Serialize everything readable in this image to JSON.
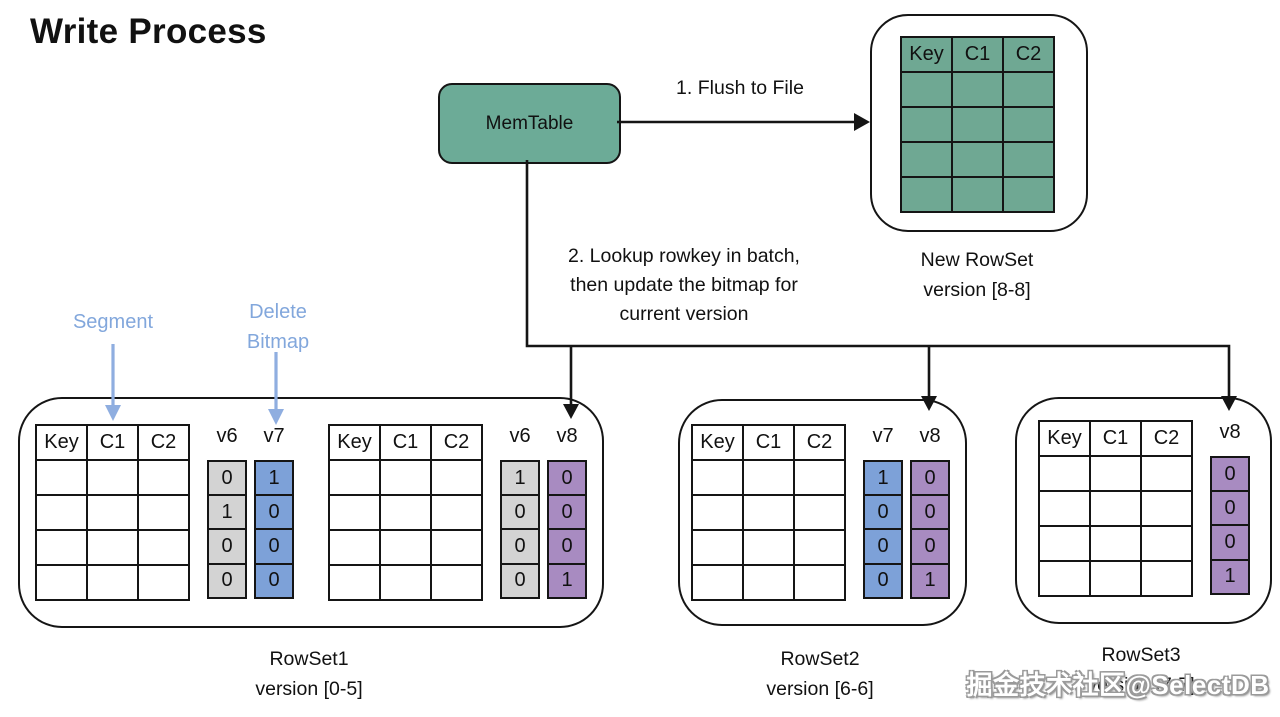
{
  "title": "Write Process",
  "memtable": {
    "label": "MemTable"
  },
  "flow": {
    "flush_label": "1. Flush to File",
    "lookup_lines": [
      "2. Lookup rowkey in batch,",
      "then update the bitmap for",
      "current version"
    ]
  },
  "annotations": {
    "segment_label": "Segment",
    "delete_bitmap_lines": [
      "Delete",
      "Bitmap"
    ]
  },
  "new_rowset": {
    "headers": [
      "Key",
      "C1",
      "C2"
    ],
    "rows": 4,
    "caption_lines": [
      "New RowSet",
      "version [8-8]"
    ]
  },
  "rowsets": [
    {
      "name": "RowSet1",
      "version_label": "version [0-5]",
      "segments": [
        {
          "headers": [
            "Key",
            "C1",
            "C2"
          ],
          "rows": 4,
          "bitmaps": [
            {
              "label": "v6",
              "color": "gray",
              "values": [
                "0",
                "1",
                "0",
                "0"
              ]
            },
            {
              "label": "v7",
              "color": "blue",
              "values": [
                "1",
                "0",
                "0",
                "0"
              ]
            }
          ]
        },
        {
          "headers": [
            "Key",
            "C1",
            "C2"
          ],
          "rows": 4,
          "bitmaps": [
            {
              "label": "v6",
              "color": "gray",
              "values": [
                "1",
                "0",
                "0",
                "0"
              ]
            },
            {
              "label": "v8",
              "color": "purple",
              "values": [
                "0",
                "0",
                "0",
                "1"
              ]
            }
          ]
        }
      ]
    },
    {
      "name": "RowSet2",
      "version_label": "version [6-6]",
      "segments": [
        {
          "headers": [
            "Key",
            "C1",
            "C2"
          ],
          "rows": 4,
          "bitmaps": [
            {
              "label": "v7",
              "color": "blue",
              "values": [
                "1",
                "0",
                "0",
                "0"
              ]
            },
            {
              "label": "v8",
              "color": "purple",
              "values": [
                "0",
                "0",
                "0",
                "1"
              ]
            }
          ]
        }
      ]
    },
    {
      "name": "RowSet3",
      "version_label": "version [7-7]",
      "segments": [
        {
          "headers": [
            "Key",
            "C1",
            "C2"
          ],
          "rows": 4,
          "bitmaps": [
            {
              "label": "v8",
              "color": "purple",
              "values": [
                "0",
                "0",
                "0",
                "1"
              ]
            }
          ]
        }
      ]
    }
  ],
  "watermark": "掘金技术社区@SelectDB",
  "colors": {
    "memtable_fill": "#6CAB97",
    "new_rowset_fill": "#6FA893",
    "bitmap_gray": "#D3D3D3",
    "bitmap_blue": "#7DA1D8",
    "bitmap_purple": "#A88BC1",
    "annotation_blue": "#82A7DC",
    "line_black": "#151515"
  }
}
